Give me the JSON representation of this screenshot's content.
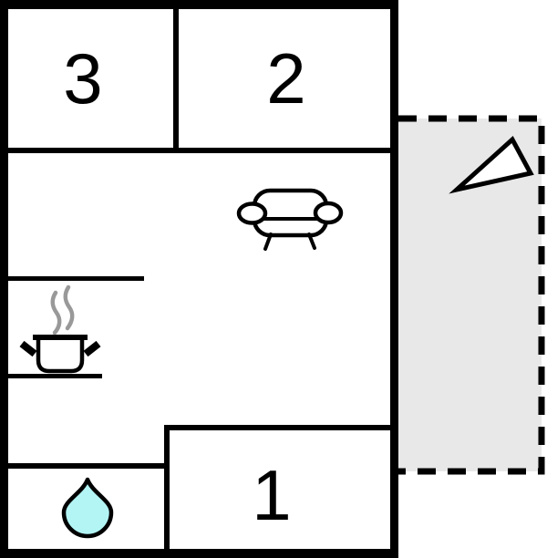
{
  "rooms": {
    "room1": {
      "label": "1"
    },
    "room2": {
      "label": "2"
    },
    "room3": {
      "label": "3"
    }
  },
  "icons": {
    "living_area": "sofa-icon",
    "kitchen": "cooking-pot-icon",
    "bathroom": "water-drop-icon",
    "terrace": "direction-arrow-icon"
  },
  "colors": {
    "wall": "#000000",
    "background": "#ffffff",
    "terrace_fill": "#e8e8e8",
    "water_drop_fill": "#b3f5f5",
    "steam": "#999999"
  }
}
